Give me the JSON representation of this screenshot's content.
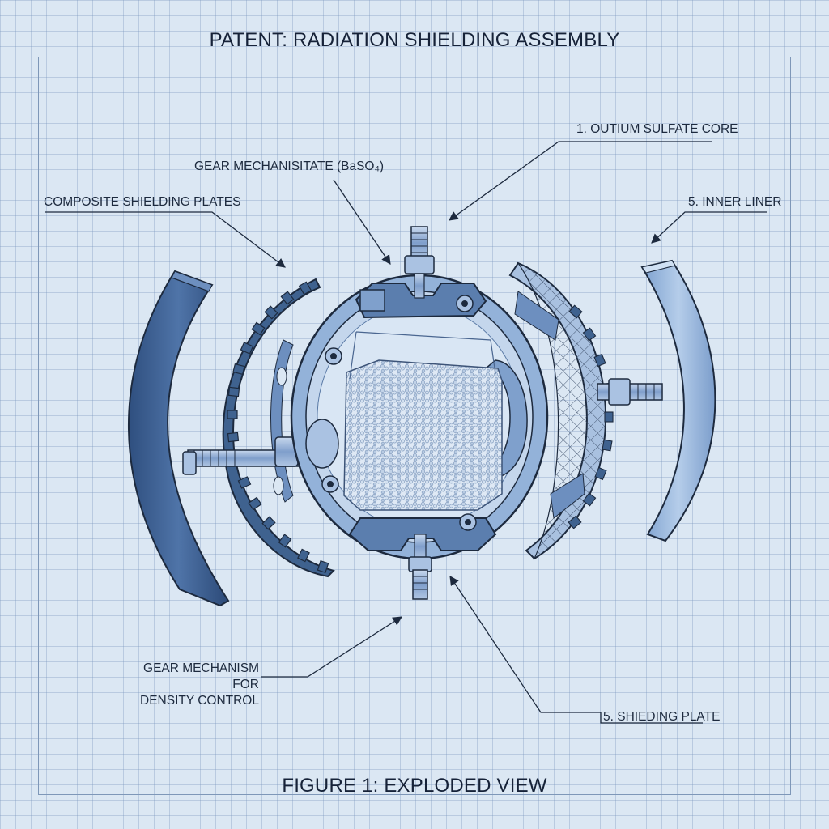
{
  "title": "PATENT: RADIATION SHIELDING ASSEMBLY",
  "caption": "FIGURE 1: EXPLODED VIEW",
  "colors": {
    "background": "#dbe7f3",
    "grid": "#a5bad3",
    "part_dark": "#3e5f8f",
    "part_light": "#8fb0d8",
    "outline": "#1d2a3e"
  },
  "labels": {
    "core": "1. OUTIUM SULFATE CORE",
    "gear_top": "GEAR MECHANISITATE (BaSO₄)",
    "composite": "COMPOSITE SHIELDING PLATES",
    "inner_liner": "5. INNER LINER",
    "gear_bottom_line1": "GEAR MECHANISM FOR",
    "gear_bottom_line2": "DENSITY CONTROL",
    "shielding_plate": "5. SHIEDING PLATE"
  }
}
